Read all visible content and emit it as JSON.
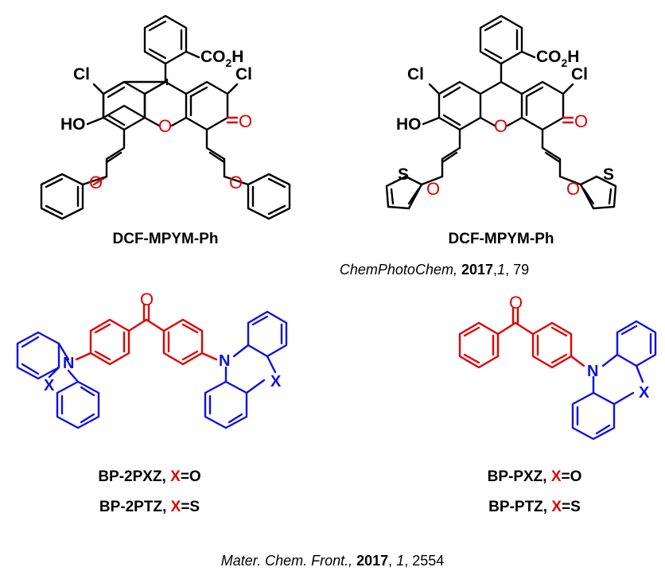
{
  "colors": {
    "bond": "#000000",
    "acceptor": "#e00000",
    "donor": "#1010e0"
  },
  "top": {
    "left": {
      "name": "DCF-MPYM-Ph",
      "co2h": "CO",
      "co2h_sub": "2",
      "co2h_h": "H",
      "cl": "Cl",
      "ho": "HO",
      "o": "O"
    },
    "right": {
      "name": "DCF-MPYM-Ph",
      "co2h": "CO",
      "co2h_sub": "2",
      "co2h_h": "H",
      "cl": "Cl",
      "ho": "HO",
      "o": "O",
      "s": "S"
    },
    "citation": {
      "journal": "ChemPhotoChem,",
      "year": "2017",
      "sep": ",",
      "volume": "1",
      "pages": ", 79"
    }
  },
  "bottom": {
    "left": {
      "n": "N",
      "x": "X",
      "o": "O",
      "line1_name": "BP-2PXZ, ",
      "line1_x": "X",
      "line1_rest": "=O",
      "line2_name": "BP-2PTZ, ",
      "line2_x": "X",
      "line2_rest": "=S"
    },
    "right": {
      "n": "N",
      "x": "X",
      "o": "O",
      "line1_name": "BP-PXZ, ",
      "line1_x": "X",
      "line1_rest": "=O",
      "line2_name": "BP-PTZ, ",
      "line2_x": "X",
      "line2_rest": "=S"
    },
    "citation": {
      "journal": "Mater. Chem. Front.,",
      "year": "2017",
      "sep": ",",
      "volume": "1",
      "pages": ", 2554"
    }
  }
}
